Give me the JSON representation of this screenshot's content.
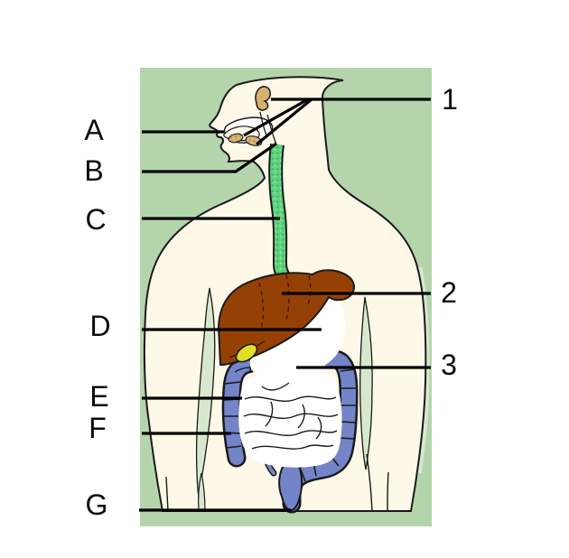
{
  "labels": {
    "left": [
      "A",
      "B",
      "C",
      "D",
      "E",
      "F",
      "G"
    ],
    "right": [
      "1",
      "2",
      "3"
    ]
  },
  "colors": {
    "panel_background": "#b4d5ac",
    "arm_gap_fill": "#d7e8cf",
    "body_fill": "#fdf8e7",
    "esophagus": "#5fd27d",
    "liver": "#954106",
    "gallbladder": "#e1de28",
    "stomach": "#cd55cd",
    "pancreas": "#eb640f",
    "small_intestine": "#b8860b",
    "large_intestine": "#7384c8",
    "salivary_gland": "#d7af6e",
    "outline": "#1a1a1a",
    "leader_line": "#000000"
  }
}
